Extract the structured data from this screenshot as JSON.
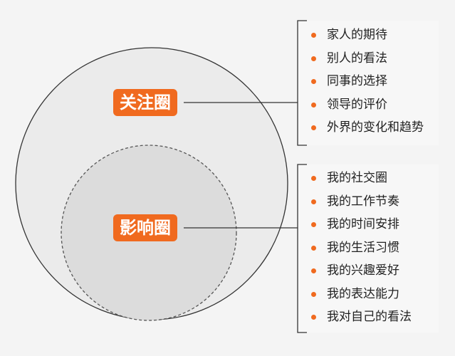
{
  "colors": {
    "background": "#f4f4f4",
    "outer_circle_fill": "#ebebeb",
    "inner_circle_fill": "#dcdcdc",
    "stroke": "#333333",
    "accent": "#f06a1f",
    "list_panel": "#f7f7f7"
  },
  "concern_circle": {
    "label": "关注圈",
    "items": [
      "家人的期待",
      "别人的看法",
      "同事的选择",
      "领导的评价",
      "外界的变化和趋势"
    ]
  },
  "influence_circle": {
    "label": "影响圈",
    "items": [
      "我的社交圈",
      "我的工作节奏",
      "我的时间安排",
      "我的生活习惯",
      "我的兴趣爱好",
      "我的表达能力",
      "我对自己的看法"
    ]
  }
}
